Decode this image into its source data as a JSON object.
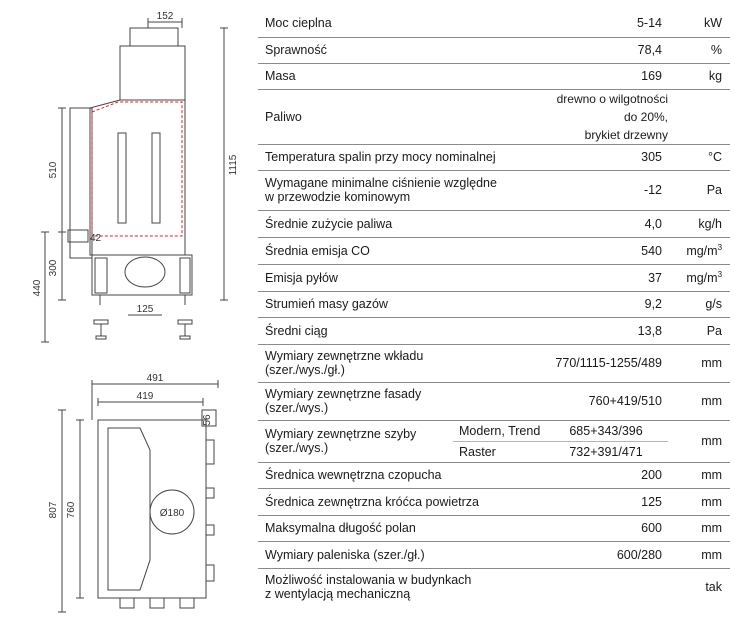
{
  "drawing": {
    "dims": [
      "152",
      "1115",
      "510",
      "42",
      "300",
      "440",
      "125",
      "491",
      "419",
      "56",
      "807",
      "760"
    ],
    "flue_label": "Ø180"
  },
  "specs": [
    {
      "label": "Moc cieplna",
      "value": "5-14",
      "unit": "kW"
    },
    {
      "label": "Sprawność",
      "value": "78,4",
      "unit": "%"
    },
    {
      "label": "Masa",
      "value": "169",
      "unit": "kg"
    },
    {
      "label": "Paliwo",
      "value": "drewno o wilgotności do 20%,\nbrykiet drzewny",
      "unit": ""
    },
    {
      "label": "Temperatura spalin przy mocy nominalnej",
      "value": "305",
      "unit": "°C"
    },
    {
      "label": "Wymagane minimalne ciśnienie względne\n w przewodzie kominowym",
      "value": "-12",
      "unit": "Pa"
    },
    {
      "label": "Średnie zużycie paliwa",
      "value": "4,0",
      "unit": "kg/h"
    },
    {
      "label": "Średnia emisja CO",
      "value": "540",
      "unit": "mg/m",
      "unit_sup": "3"
    },
    {
      "label": "Emisja pyłów",
      "value": "37",
      "unit": "mg/m",
      "unit_sup": "3"
    },
    {
      "label": "Strumień masy gazów",
      "value": "9,2",
      "unit": "g/s"
    },
    {
      "label": "Średni ciąg",
      "value": "13,8",
      "unit": "Pa"
    },
    {
      "label": "Wymiary zewnętrzne wkładu\n(szer./wys./gł.)",
      "value": "770/1115-1255/489",
      "unit": "mm"
    },
    {
      "label": "Wymiary zewnętrzne fasady\n(szer./wys.)",
      "value": "760+419/510",
      "unit": "mm"
    },
    {
      "label": "Wymiary zewnętrzne szyby\n(szer./wys.)",
      "variants": [
        {
          "name": "Modern, Trend",
          "value": "685+343/396"
        },
        {
          "name": "Raster",
          "value": "732+391/471"
        }
      ],
      "unit": "mm"
    },
    {
      "label": "Średnica wewnętrzna czopucha",
      "value": "200",
      "unit": "mm"
    },
    {
      "label": "Średnica zewnętrzna króćca powietrza",
      "value": "125",
      "unit": "mm"
    },
    {
      "label": "Maksymalna długość polan",
      "value": "600",
      "unit": "mm"
    },
    {
      "label": "Wymiary paleniska (szer./gł.)",
      "value": "600/280",
      "unit": "mm"
    },
    {
      "label": "Możliwość instalowania w budynkach\nz wentylacją mechaniczną",
      "value": "",
      "unit": "tak"
    }
  ]
}
